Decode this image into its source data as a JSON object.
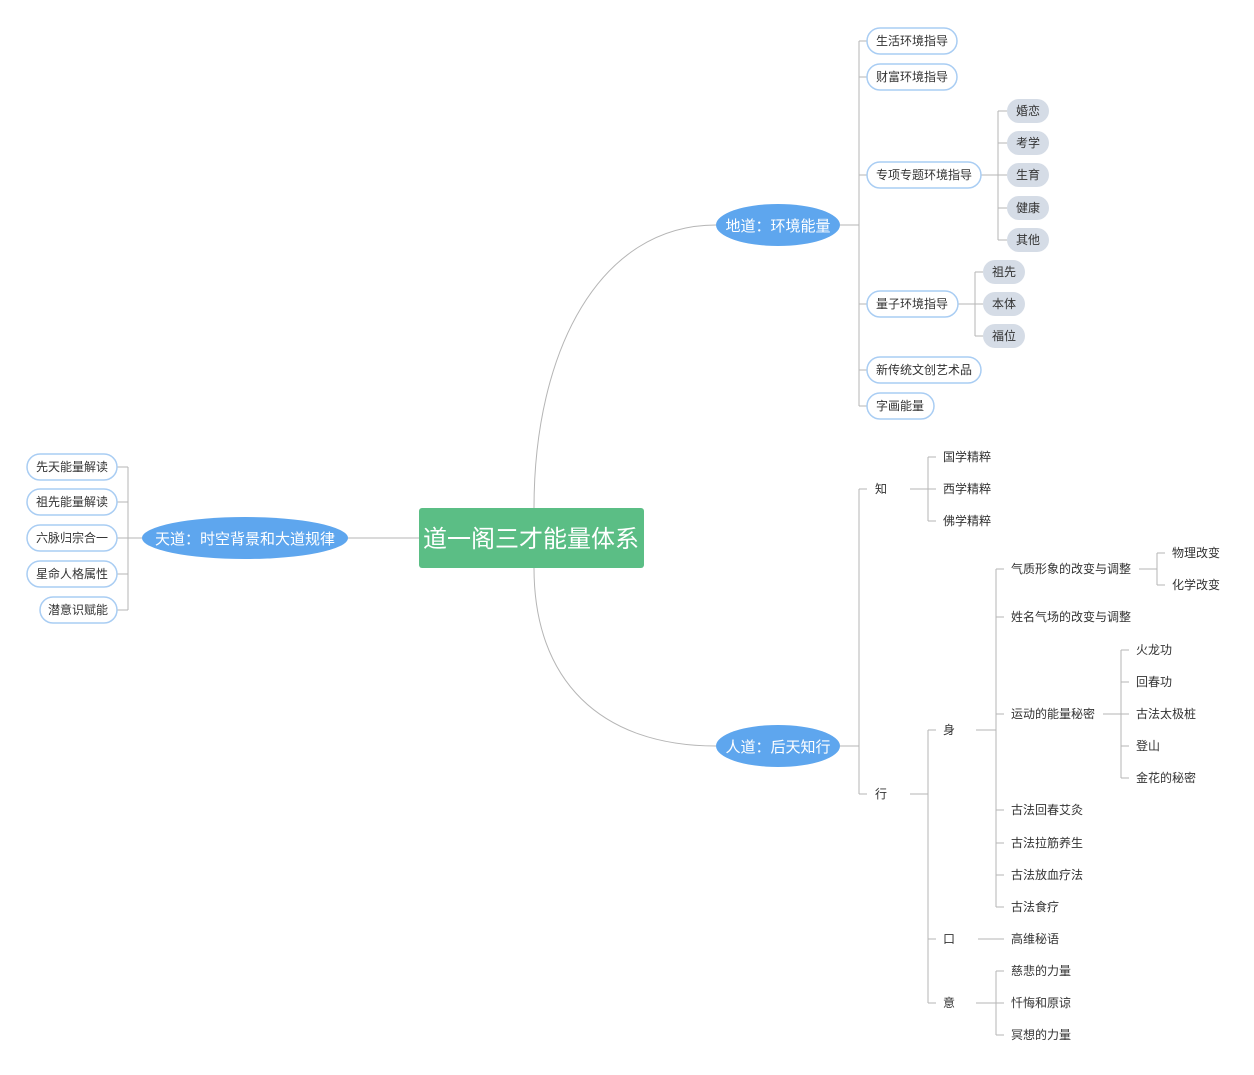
{
  "root": {
    "label": "道一阁三才能量体系",
    "color": "#5BBE85"
  },
  "branch_color": "#5EA6EE",
  "pill_border_color": "#A9CDF3",
  "gray_node_color": "#D5DCE6",
  "tiandao": {
    "label": "天道：时空背景和大道规律",
    "items": [
      "先天能量解读",
      "祖先能量解读",
      "六脉归宗合一",
      "星命人格属性",
      "潜意识赋能"
    ]
  },
  "didao": {
    "label": "地道：环境能量",
    "items": {
      "shenghuo": "生活环境指导",
      "caifu": "财富环境指导",
      "zhuanxiang": "专项专题环境指导",
      "zhuanxiang_children": [
        "婚恋",
        "考学",
        "生育",
        "健康",
        "其他"
      ],
      "liangzi": "量子环境指导",
      "liangzi_children": [
        "祖先",
        "本体",
        "福位"
      ],
      "xinchuantong": "新传统文创艺术品",
      "zihua": "字画能量"
    }
  },
  "rendao": {
    "label": "人道：后天知行",
    "zhi": {
      "label": "知",
      "children": [
        "国学精粹",
        "西学精粹",
        "佛学精粹"
      ]
    },
    "xing": {
      "label": "行",
      "shen": {
        "label": "身",
        "qizhi": {
          "label": "气质形象的改变与调整",
          "children": [
            "物理改变",
            "化学改变"
          ]
        },
        "xingming": "姓名气场的改变与调整",
        "yundong": {
          "label": "运动的能量秘密",
          "children": [
            "火龙功",
            "回春功",
            "古法太极桩",
            "登山",
            "金花的秘密"
          ]
        },
        "aijiu": "古法回春艾灸",
        "lajin": "古法拉筋养生",
        "fangxue": "古法放血疗法",
        "shiliao": "古法食疗"
      },
      "kou": {
        "label": "口",
        "children": [
          "高维秘语"
        ]
      },
      "yi": {
        "label": "意",
        "children": [
          "慈悲的力量",
          "忏悔和原谅",
          "冥想的力量"
        ]
      }
    }
  }
}
